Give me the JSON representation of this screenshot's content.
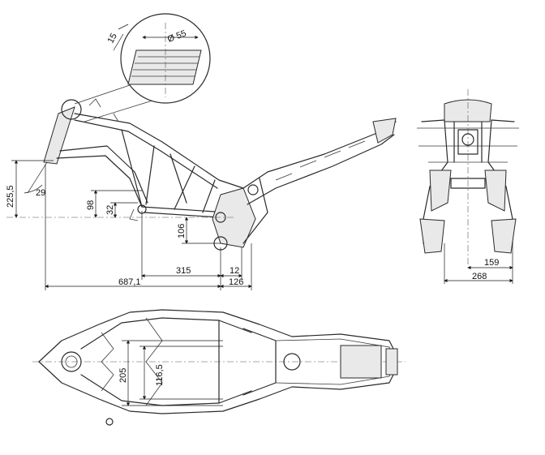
{
  "dimensions": {
    "detail_bar": "15",
    "detail_diameter": "Ø 55",
    "height_total": "225,5",
    "rake_angle": "29",
    "h98": "98",
    "h32": "32",
    "h106": "106",
    "len315": "315",
    "len12": "12",
    "len687": "687,1",
    "len126": "126",
    "width159": "159",
    "width268": "268",
    "width205": "205",
    "width116": "116,5"
  }
}
